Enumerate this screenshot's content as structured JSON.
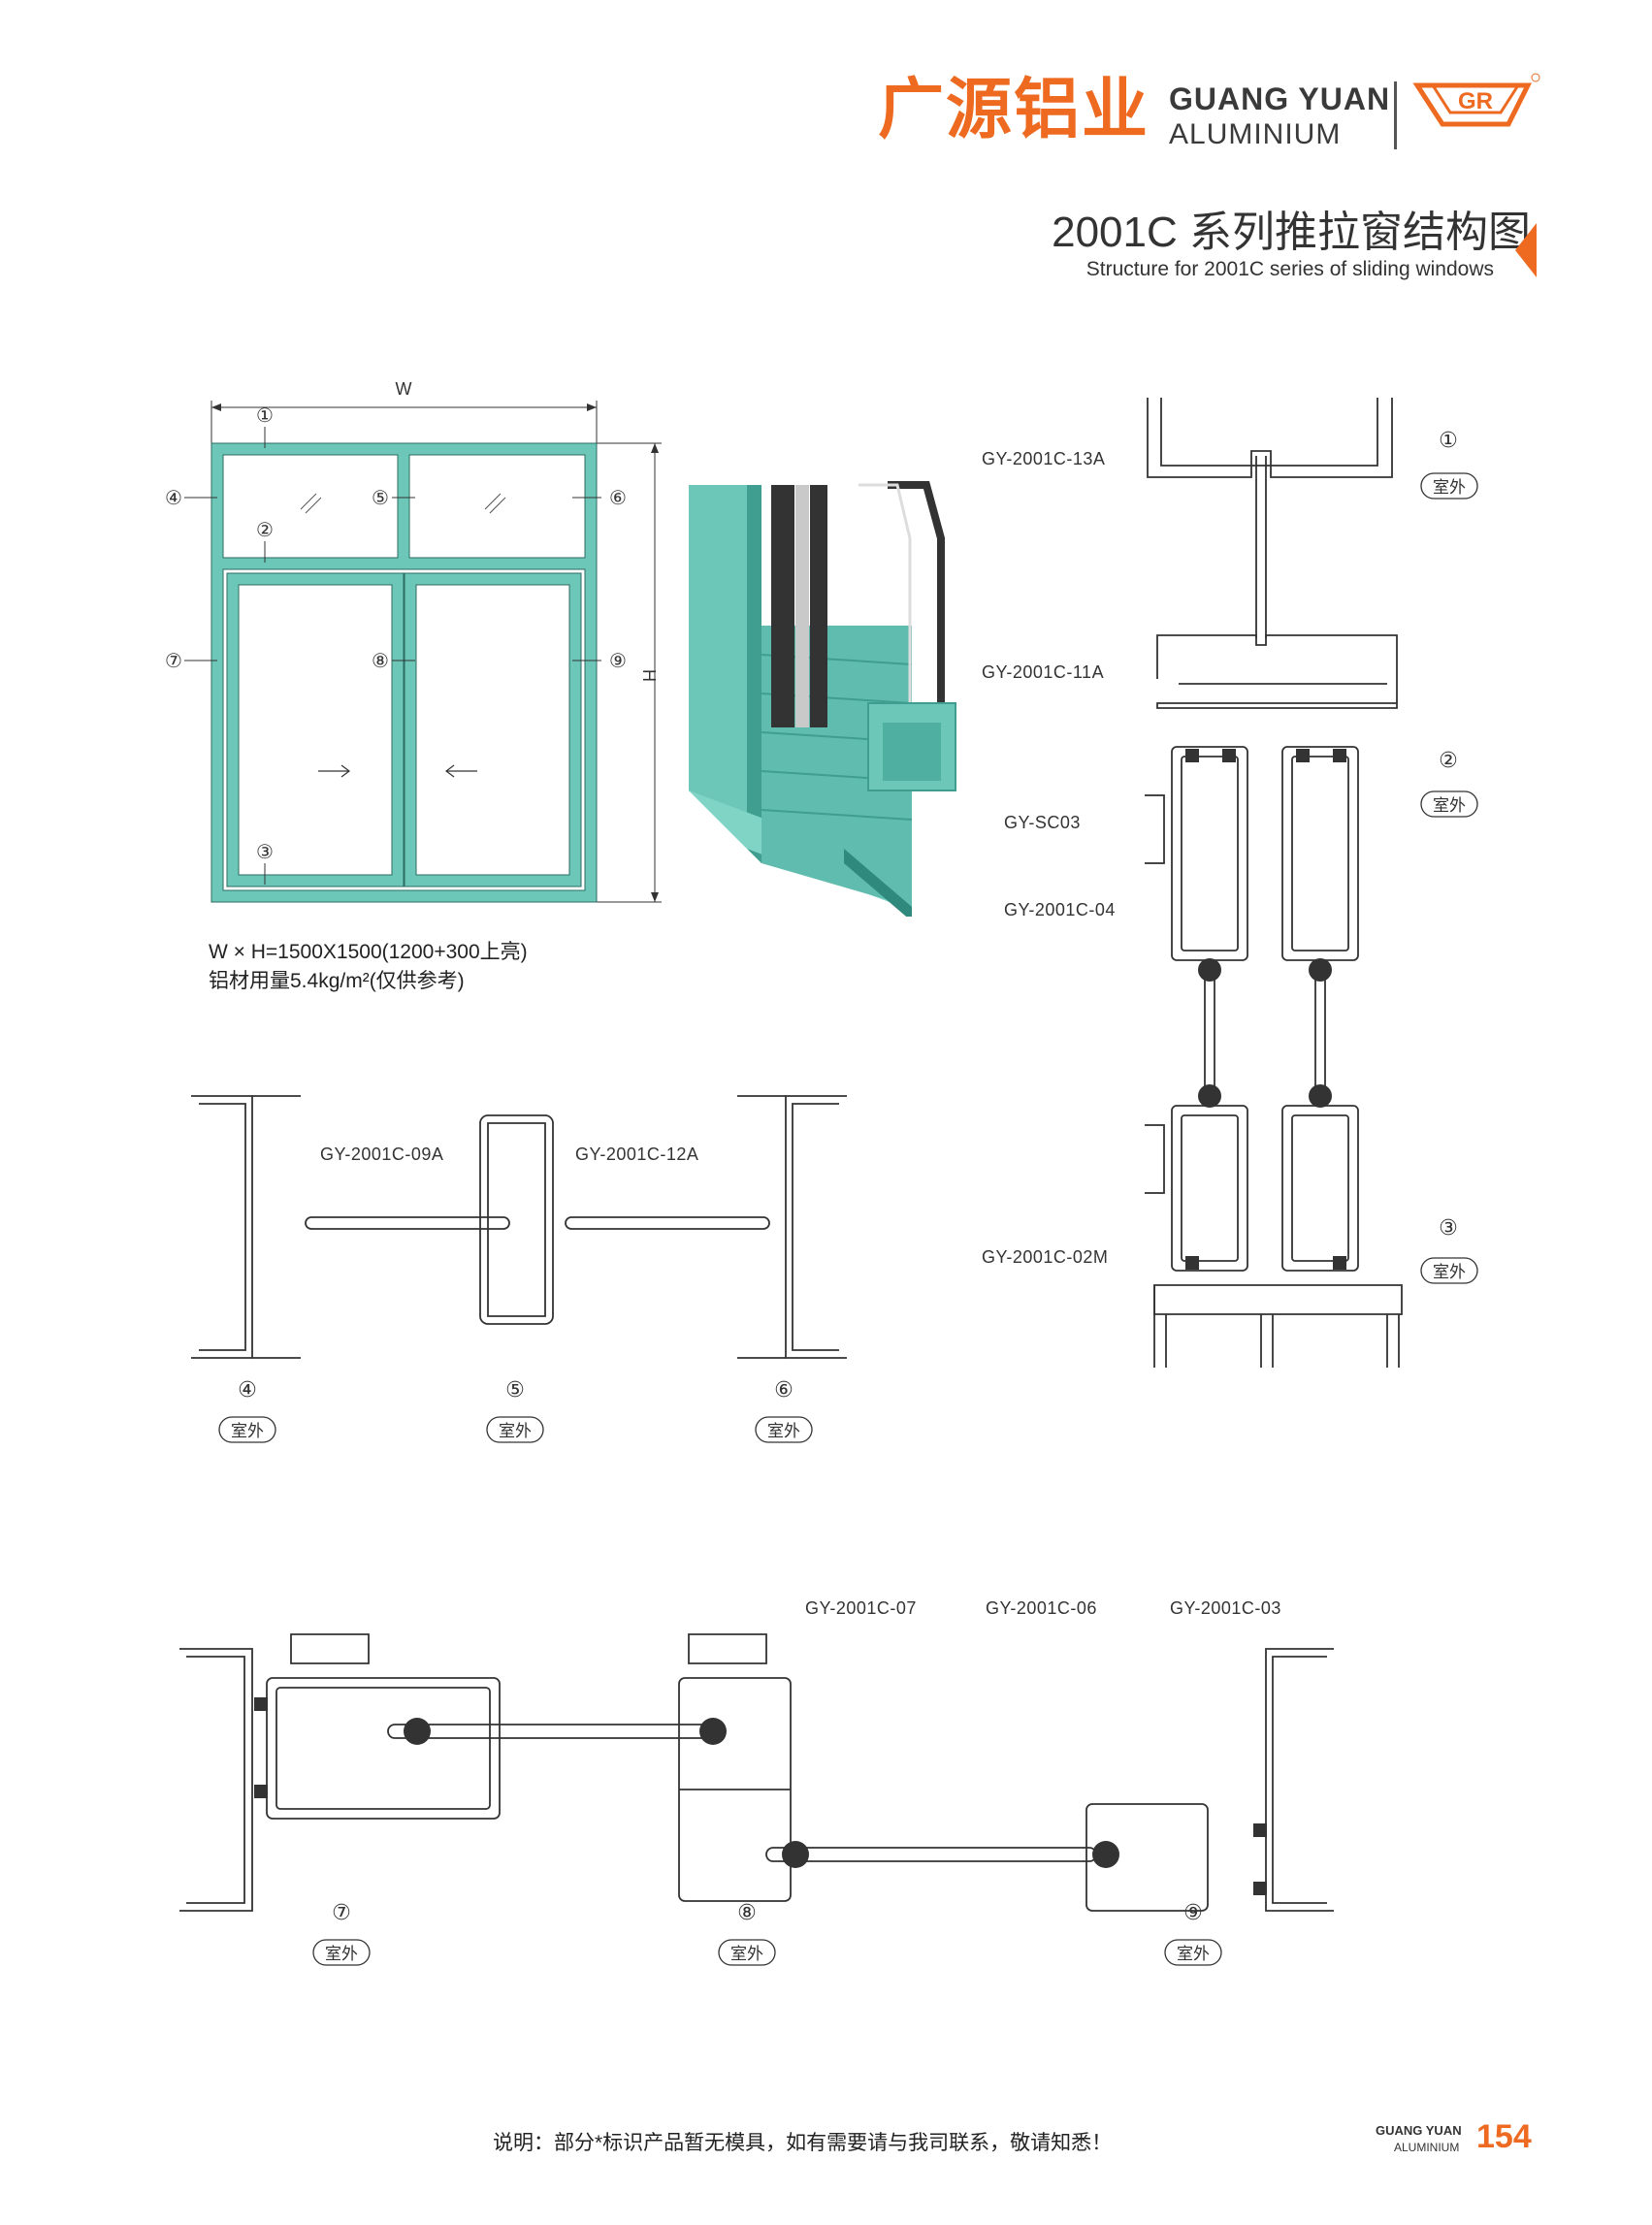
{
  "header": {
    "brand_cn": "广源铝业",
    "brand_en_line1": "GUANG YUAN",
    "brand_en_line2": "ALUMINIUM",
    "logo_letters": "GR",
    "title_cn": "2001C 系列推拉窗结构图",
    "title_en": "Structure for 2001C series of sliding windows"
  },
  "elevation": {
    "width_label": "W",
    "height_label": "H",
    "markers": [
      "①",
      "②",
      "③",
      "④",
      "⑤",
      "⑥",
      "⑦",
      "⑧",
      "⑨"
    ],
    "spec_line1": "W × H=1500X1500(1200+300上亮)",
    "spec_line2": "铝材用量5.4kg/m²(仅供参考)"
  },
  "profiles": {
    "p13a": "GY-2001C-13A",
    "p11a": "GY-2001C-11A",
    "sc03": "GY-SC03",
    "p04": "GY-2001C-04",
    "p02m": "GY-2001C-02M",
    "p09a": "GY-2001C-09A",
    "p12a": "GY-2001C-12A",
    "p07": "GY-2001C-07",
    "p06": "GY-2001C-06",
    "p03": "GY-2001C-03"
  },
  "section_markers": {
    "m1": "①",
    "m2": "②",
    "m3": "③",
    "m4": "④",
    "m5": "⑤",
    "m6": "⑥",
    "m7": "⑦",
    "m8": "⑧",
    "m9": "⑨"
  },
  "outdoor_label": "室外",
  "footer": {
    "note": "说明：部分*标识产品暂无模具，如有需要请与我司联系，敬请知悉！",
    "brand_line1": "GUANG YUAN",
    "brand_line2": "ALUMINIUM",
    "page_number": "154"
  },
  "colors": {
    "accent": "#ee6a21",
    "frame": "#6cc7b9",
    "frame_dark": "#3f9e90"
  }
}
